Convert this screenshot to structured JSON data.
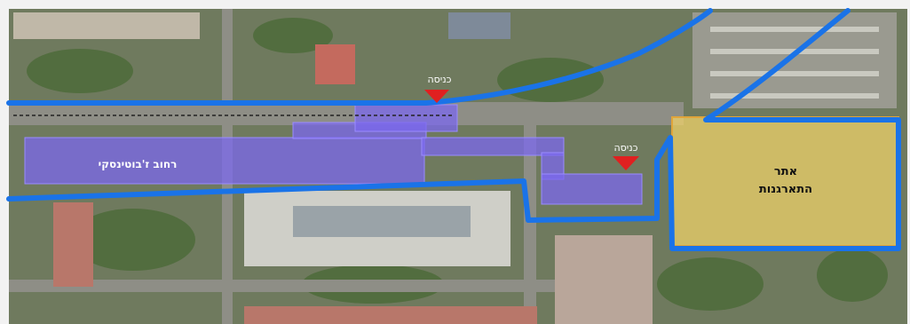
{
  "map": {
    "street_label": "רחוב ז'בוטינסקי",
    "entrance_1": "כניסה",
    "entrance_2": "כניסה",
    "staging_area": {
      "line1": "אתר",
      "line2": "התארגנות"
    }
  },
  "colors": {
    "route": "#1a73e8",
    "work_zone": "#7b68ee",
    "staging": "#f2d46a",
    "entrance_marker": "#e02020"
  }
}
